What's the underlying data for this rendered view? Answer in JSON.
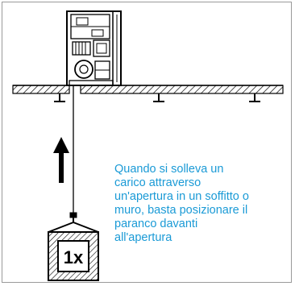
{
  "load": {
    "label": "1x"
  },
  "caption": {
    "lines": [
      "Quando si solleva un",
      "carico attraverso",
      "un'apertura in un soffitto o",
      "muro, basta posizionare il",
      "paranco davanti",
      "all'apertura"
    ]
  },
  "colors": {
    "caption_text": "#1a9ad6",
    "line_art": "#000000",
    "frame": "#9a9a9a"
  }
}
